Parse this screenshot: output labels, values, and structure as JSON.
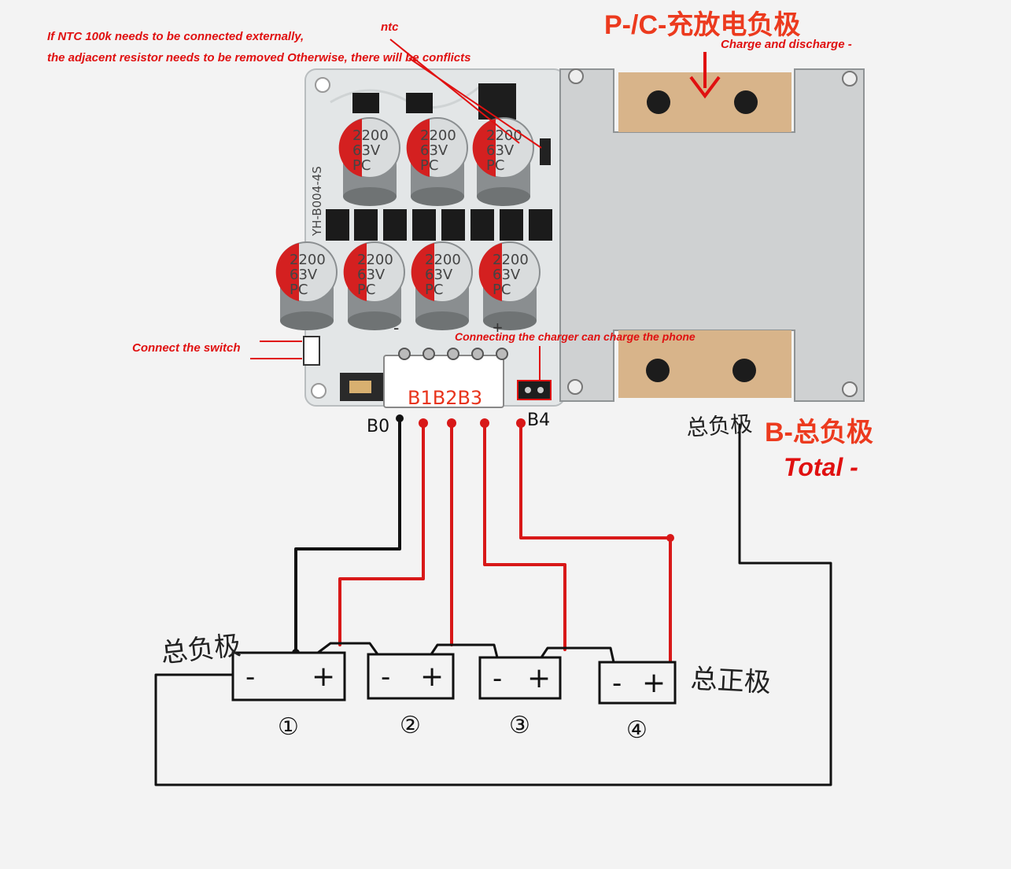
{
  "annotations": {
    "ntc_note_line1": "If NTC 100k needs to be connected externally,",
    "ntc_note_line2": "the adjacent resistor needs to be removed Otherwise, there will be conflicts",
    "ntc_label": "ntc",
    "p_minus_title": "P-/C-充放电负极",
    "p_minus_sub": "Charge and discharge -",
    "switch_note": "Connect the switch",
    "charger_note": "Connecting the charger can charge the phone",
    "b_minus_title": "B-总负极",
    "b_minus_sub": "Total  -"
  },
  "board": {
    "silkscreen": "YH-B004-4S",
    "capacitor_value": "2200",
    "capacitor_voltage": "63V",
    "capacitor_series": "PC",
    "connector_label": "B1B2B3",
    "pin_b0": "B0",
    "pin_b4": "B4",
    "sign_minus": "-",
    "sign_plus": "+"
  },
  "handwriting": {
    "total_negative_board": "总负极",
    "total_negative_cells": "总负极",
    "total_positive": "总正极"
  },
  "cells": [
    {
      "number": "①",
      "minus": "-",
      "plus": "+"
    },
    {
      "number": "②",
      "minus": "-",
      "plus": "+"
    },
    {
      "number": "③",
      "minus": "-",
      "plus": "+"
    },
    {
      "number": "④",
      "minus": "-",
      "plus": "+"
    }
  ],
  "colors": {
    "annotation_red": "#e01010",
    "wire_red": "#d81818",
    "wire_black": "#111111",
    "pcb_white": "#e6e9ea",
    "heatsink_silver": "#c9cbcc",
    "capacitor_red": "#d42020"
  }
}
